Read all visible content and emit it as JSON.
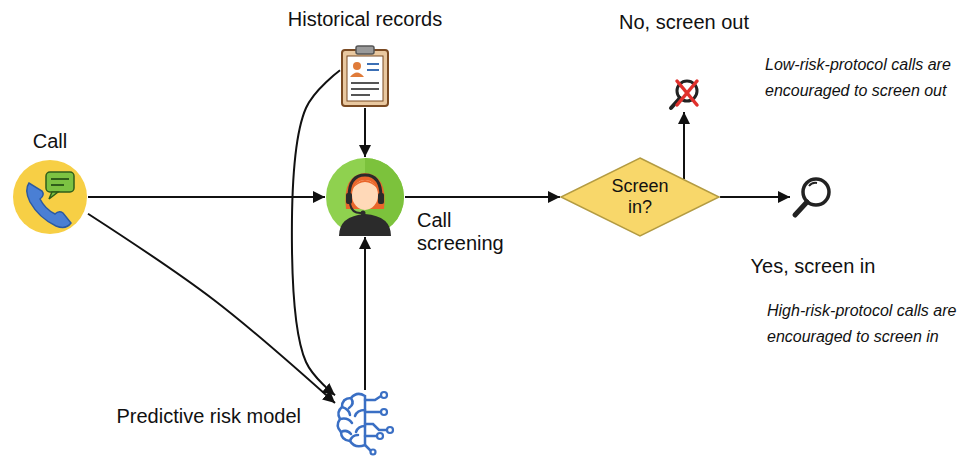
{
  "diagram": {
    "nodes": [
      {
        "text": [
          "Call"
        ]
      },
      {
        "text": [
          "Historical records"
        ]
      },
      {
        "text": [
          "Call screening"
        ]
      },
      {
        "text": [
          "Predictive risk model"
        ]
      },
      {
        "text": [
          "Screen in?"
        ]
      },
      {
        "text": [
          "No, screen out"
        ]
      },
      {
        "text": [
          "Yes, screen in"
        ]
      }
    ],
    "edges": [
      {
        "from": 0,
        "to": 2,
        "arrow": "to"
      },
      {
        "from": 0,
        "to": 3,
        "arrow": "to"
      },
      {
        "from": 1,
        "to": 2,
        "arrow": "to"
      },
      {
        "from": 1,
        "to": 3,
        "arrow": "to"
      },
      {
        "from": 3,
        "to": 2,
        "arrow": "to"
      },
      {
        "from": 2,
        "to": 4,
        "arrow": "to"
      },
      {
        "from": 4,
        "to": 5,
        "arrow": "to"
      },
      {
        "from": 4,
        "to": 6,
        "arrow": "to"
      }
    ],
    "labels": [
      "Low-risk-protocol calls are encouraged to screen out",
      "High-risk-protocol calls are encouraged to screen in"
    ]
  }
}
